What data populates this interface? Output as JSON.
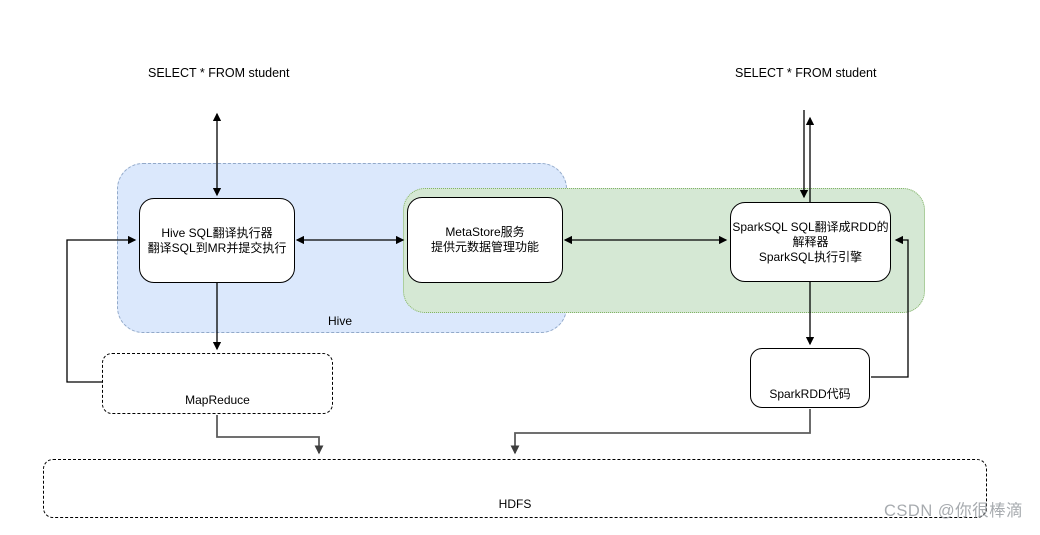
{
  "queries": {
    "left": "SELECT * FROM student",
    "right": "SELECT * FROM student"
  },
  "regions": {
    "hive": {
      "label": "Hive",
      "fill": "#dbe8fc",
      "border": "#92a9c9"
    },
    "spark": {
      "fill": "#d5e8d4",
      "border": "#82b366"
    }
  },
  "nodes": {
    "hive_executor": {
      "line1": "Hive SQL翻译执行器",
      "line2": "翻译SQL到MR并提交执行"
    },
    "metastore": {
      "line1": "MetaStore服务",
      "line2": "提供元数据管理功能"
    },
    "sparksql": {
      "line1": "SparkSQL SQL翻译成RDD的",
      "line2": "解释器",
      "line3": "SparkSQL执行引擎"
    },
    "mapreduce": {
      "label": "MapReduce"
    },
    "sparkrdd": {
      "label": "SparkRDD代码"
    },
    "hdfs": {
      "label": "HDFS"
    }
  },
  "watermark": "CSDN @你很棒滴",
  "colors": {
    "line": "#000000",
    "gray_line": "#5c5c5c",
    "box_border": "#000000",
    "background": "#ffffff"
  }
}
